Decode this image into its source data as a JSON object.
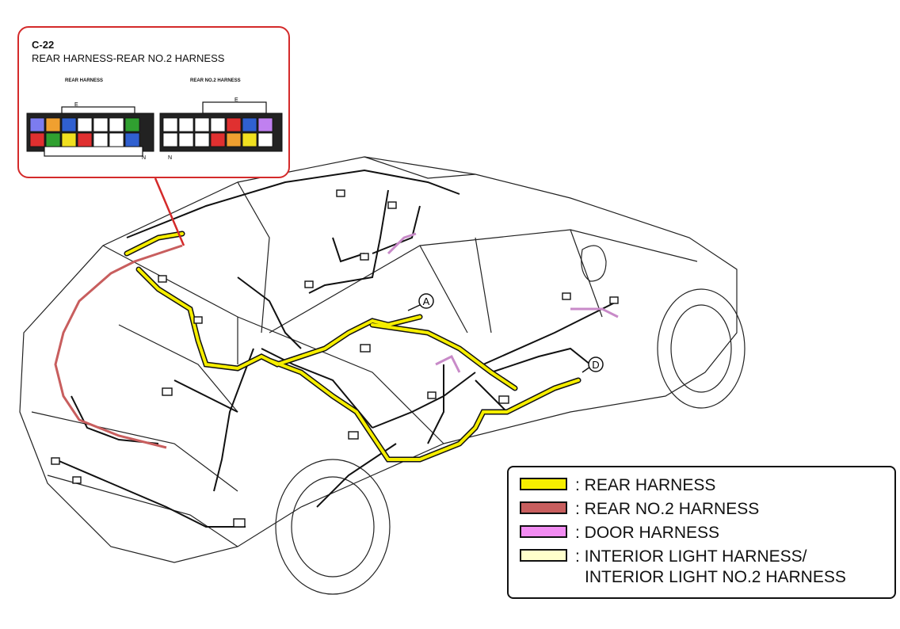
{
  "callout": {
    "code": "C-22",
    "title": "REAR HARNESS-REAR NO.2 HARNESS",
    "left_connector_label": "REAR HARNESS",
    "right_connector_label": "REAR NO.2 HARNESS",
    "pin_marks": [
      "E",
      "N",
      "E",
      "N"
    ]
  },
  "markers": [
    "A",
    "D"
  ],
  "legend": {
    "items": [
      {
        "label": ": REAR HARNESS",
        "color": "#f6ee00"
      },
      {
        "label": ": REAR NO.2 HARNESS",
        "color": "#c85e5e"
      },
      {
        "label": ": DOOR HARNESS",
        "color": "#f28cf2"
      },
      {
        "label": ": INTERIOR LIGHT HARNESS/",
        "label2": "INTERIOR LIGHT NO.2 HARNESS",
        "color": "#ffffcc"
      }
    ]
  },
  "colors": {
    "callout_border": "#d42a2a",
    "outline": "#111111",
    "rear_harness": "#f6ee00",
    "rear_no2": "#c85e5e",
    "door": "#f28cf2"
  }
}
